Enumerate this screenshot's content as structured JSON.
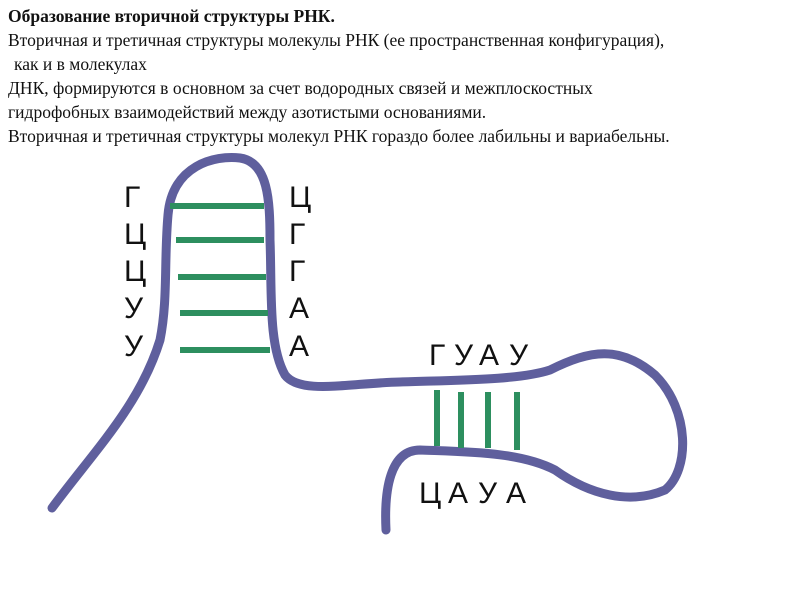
{
  "text": {
    "title": "Образование вторичной структуры РНК.",
    "line1": "Вторичная и третичная структуры молекулы РНК (ее пространственная конфигурация),",
    "line2": "как и в молекулах",
    "line3": "ДНК, формируются в основном за счет водородных связей и межплоскостных",
    "line4": "гидрофобных взаимодействий между азотистыми основаниями.",
    "line5": "Вторичная и третичная структуры молекул РНК гораздо более лабильны и вариабельны."
  },
  "diagram": {
    "colors": {
      "strand": "#5f5f9d",
      "bond": "#2d8f5f",
      "letters": "#111111"
    },
    "hairpin_left": [
      "Г",
      "Ц",
      "Ц",
      "У",
      "У"
    ],
    "hairpin_right": [
      "Ц",
      "Г",
      "Г",
      "А",
      "А"
    ],
    "loop_top": [
      "Г",
      "У",
      "А",
      "У"
    ],
    "loop_bottom": [
      "Ц",
      "А",
      "У",
      "А"
    ]
  }
}
